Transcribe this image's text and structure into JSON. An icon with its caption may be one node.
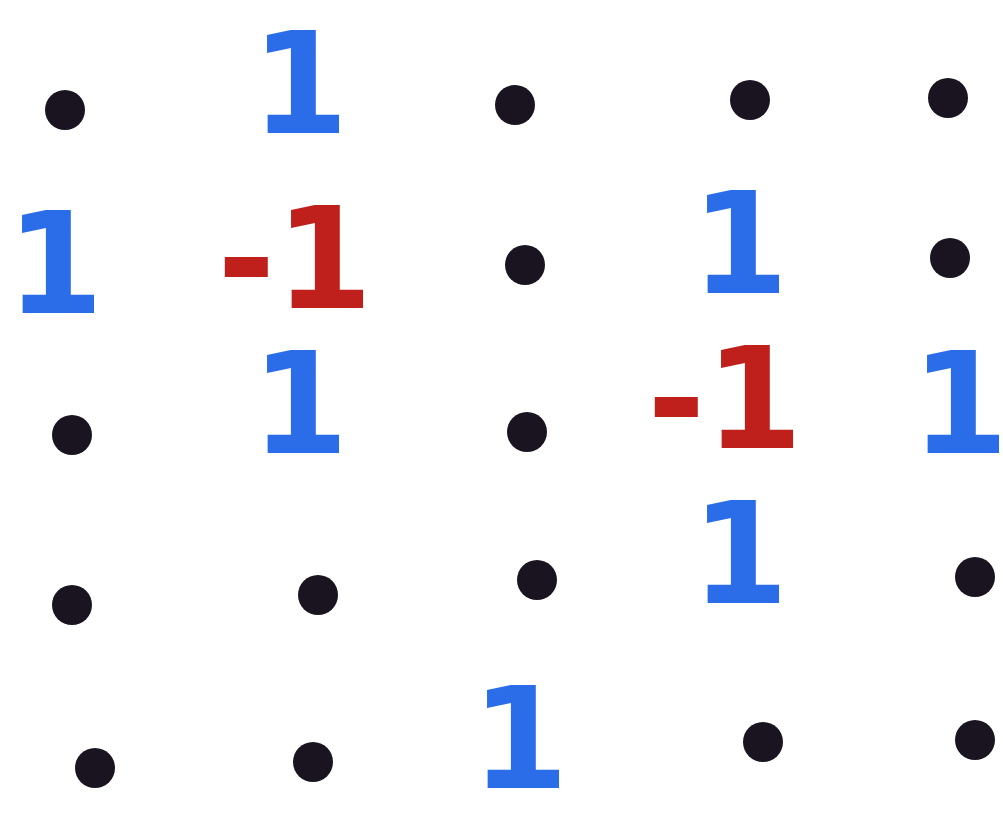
{
  "diagram": {
    "labels": [
      "1",
      "1",
      "-1",
      "1",
      "1",
      "-1",
      "1",
      "1",
      "1"
    ]
  }
}
